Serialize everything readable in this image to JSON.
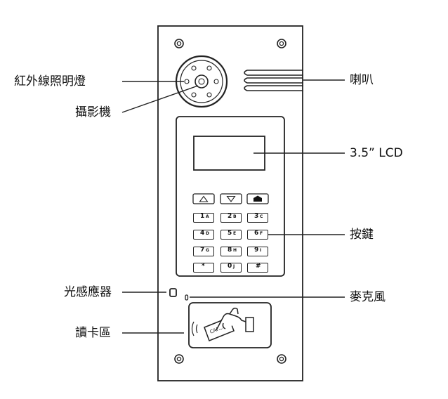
{
  "labels": {
    "ir_light": "紅外線照明燈",
    "camera": "攝影機",
    "speaker": "喇叭",
    "lcd": "3.5”  LCD",
    "keypad": "按鍵",
    "light_sensor": "光感應器",
    "microphone": "麥克風",
    "card_reader": "讀卡區"
  },
  "keys": [
    {
      "n": "1",
      "s": "A"
    },
    {
      "n": "2",
      "s": "B"
    },
    {
      "n": "3",
      "s": "C"
    },
    {
      "n": "4",
      "s": "D"
    },
    {
      "n": "5",
      "s": "E"
    },
    {
      "n": "6",
      "s": "F"
    },
    {
      "n": "7",
      "s": "G"
    },
    {
      "n": "8",
      "s": "H"
    },
    {
      "n": "9",
      "s": "I"
    },
    {
      "n": "*",
      "s": ""
    },
    {
      "n": "0",
      "s": "J"
    },
    {
      "n": "#",
      "s": ""
    }
  ],
  "card_text": "CARD"
}
